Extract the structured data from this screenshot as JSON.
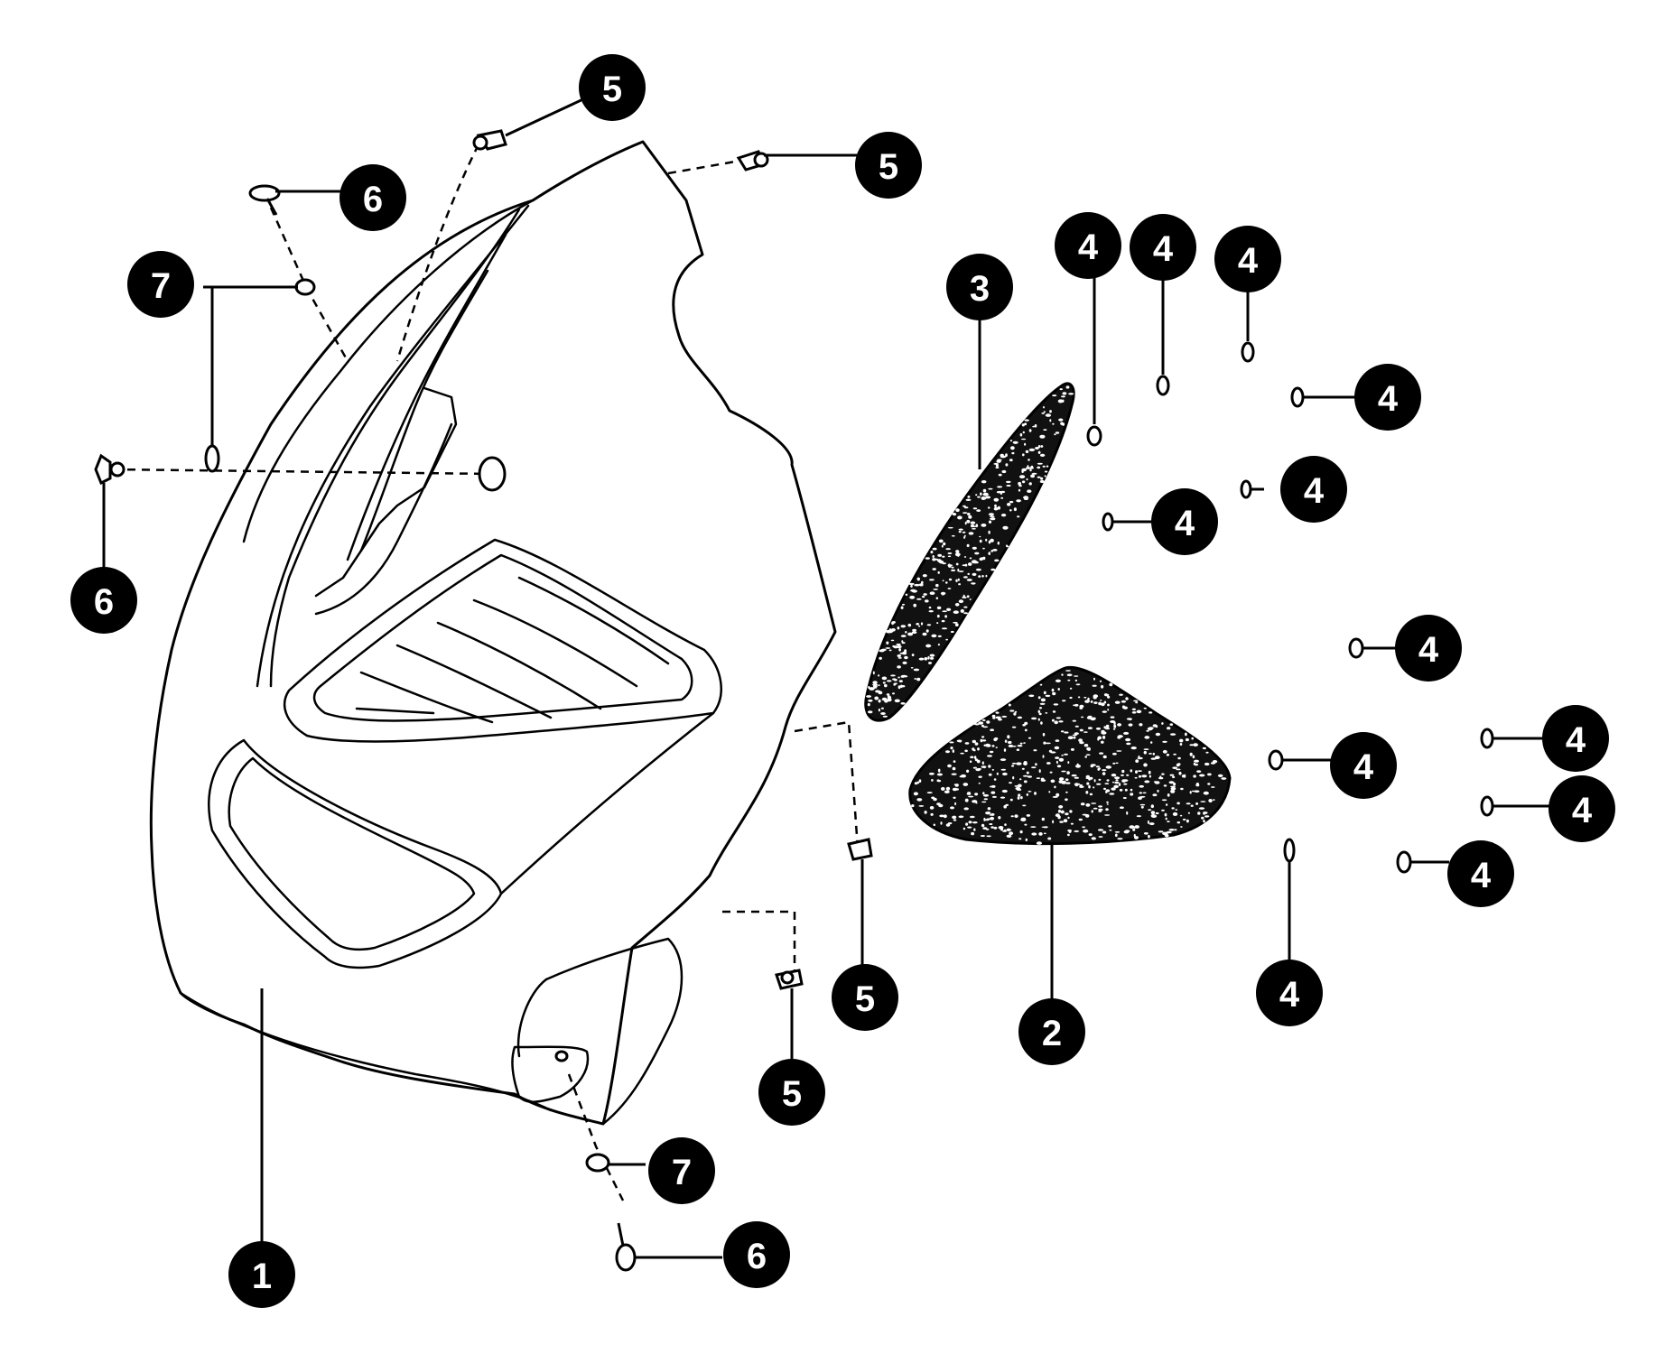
{
  "callouts": [
    {
      "id": "c1",
      "label": "1"
    },
    {
      "id": "c2",
      "label": "2"
    },
    {
      "id": "c3",
      "label": "3"
    },
    {
      "id": "c4a",
      "label": "4"
    },
    {
      "id": "c4b",
      "label": "4"
    },
    {
      "id": "c4c",
      "label": "4"
    },
    {
      "id": "c4d",
      "label": "4"
    },
    {
      "id": "c4e",
      "label": "4"
    },
    {
      "id": "c4f",
      "label": "4"
    },
    {
      "id": "c4g",
      "label": "4"
    },
    {
      "id": "c4h",
      "label": "4"
    },
    {
      "id": "c4i",
      "label": "4"
    },
    {
      "id": "c4j",
      "label": "4"
    },
    {
      "id": "c4k",
      "label": "4"
    },
    {
      "id": "c4l",
      "label": "4"
    },
    {
      "id": "c5a",
      "label": "5"
    },
    {
      "id": "c5b",
      "label": "5"
    },
    {
      "id": "c5c",
      "label": "5"
    },
    {
      "id": "c5d",
      "label": "5"
    },
    {
      "id": "c6a",
      "label": "6"
    },
    {
      "id": "c6b",
      "label": "6"
    },
    {
      "id": "c6c",
      "label": "6"
    },
    {
      "id": "c7a",
      "label": "7"
    },
    {
      "id": "c7b",
      "label": "7"
    }
  ]
}
